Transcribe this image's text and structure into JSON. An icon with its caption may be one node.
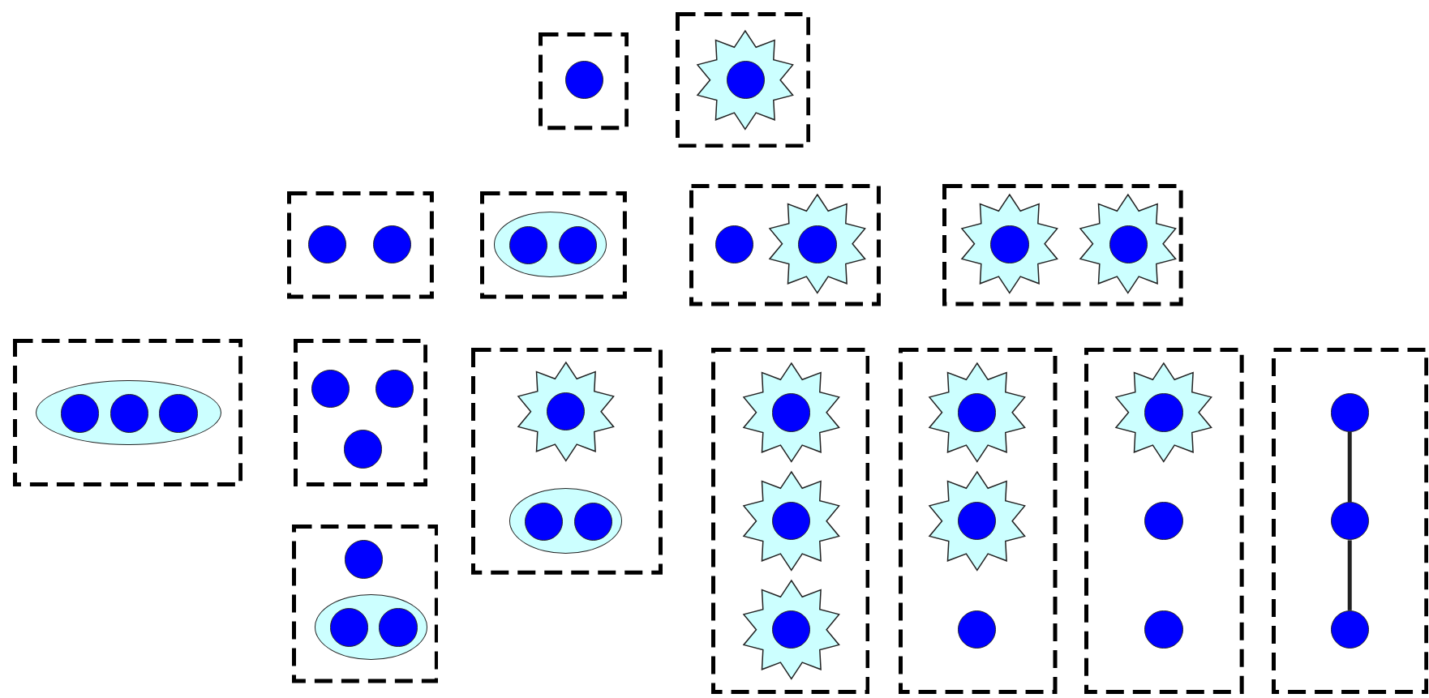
{
  "diagram": {
    "nodes": [
      {
        "text": [],
        "shape": "box"
      },
      {
        "text": [],
        "shape": "circle",
        "in": 0
      },
      {
        "text": [],
        "shape": "box"
      },
      {
        "text": [],
        "shape": "star",
        "in": 2
      },
      {
        "text": [],
        "shape": "circle",
        "in": 3
      },
      {
        "text": [],
        "shape": "box"
      },
      {
        "text": [],
        "shape": "circle",
        "in": 5
      },
      {
        "text": [],
        "shape": "circle",
        "in": 5
      },
      {
        "text": [],
        "shape": "box"
      },
      {
        "text": [],
        "shape": "ellipse",
        "in": 8
      },
      {
        "text": [],
        "shape": "circle",
        "in": 9
      },
      {
        "text": [],
        "shape": "circle",
        "in": 9
      },
      {
        "text": [],
        "shape": "box"
      },
      {
        "text": [],
        "shape": "circle",
        "in": 12
      },
      {
        "text": [],
        "shape": "star",
        "in": 12
      },
      {
        "text": [],
        "shape": "circle",
        "in": 14
      },
      {
        "text": [],
        "shape": "box"
      },
      {
        "text": [],
        "shape": "star",
        "in": 16
      },
      {
        "text": [],
        "shape": "circle",
        "in": 17
      },
      {
        "text": [],
        "shape": "star",
        "in": 16
      },
      {
        "text": [],
        "shape": "circle",
        "in": 19
      },
      {
        "text": [],
        "shape": "box"
      },
      {
        "text": [],
        "shape": "ellipse",
        "in": 21
      },
      {
        "text": [],
        "shape": "circle",
        "in": 22
      },
      {
        "text": [],
        "shape": "circle",
        "in": 22
      },
      {
        "text": [],
        "shape": "circle",
        "in": 22
      },
      {
        "text": [],
        "shape": "box"
      },
      {
        "text": [],
        "shape": "circle",
        "in": 26
      },
      {
        "text": [],
        "shape": "circle",
        "in": 26
      },
      {
        "text": [],
        "shape": "circle",
        "in": 26
      },
      {
        "text": [],
        "shape": "box"
      },
      {
        "text": [],
        "shape": "star",
        "in": 30
      },
      {
        "text": [],
        "shape": "circle",
        "in": 31
      },
      {
        "text": [],
        "shape": "ellipse",
        "in": 30
      },
      {
        "text": [],
        "shape": "circle",
        "in": 33
      },
      {
        "text": [],
        "shape": "circle",
        "in": 33
      },
      {
        "text": [],
        "shape": "box"
      },
      {
        "text": [],
        "shape": "star",
        "in": 36
      },
      {
        "text": [],
        "shape": "circle",
        "in": 37
      },
      {
        "text": [],
        "shape": "star",
        "in": 36
      },
      {
        "text": [],
        "shape": "circle",
        "in": 39
      },
      {
        "text": [],
        "shape": "star",
        "in": 36
      },
      {
        "text": [],
        "shape": "circle",
        "in": 41
      },
      {
        "text": [],
        "shape": "box"
      },
      {
        "text": [],
        "shape": "star",
        "in": 43
      },
      {
        "text": [],
        "shape": "circle",
        "in": 44
      },
      {
        "text": [],
        "shape": "star",
        "in": 43
      },
      {
        "text": [],
        "shape": "circle",
        "in": 46
      },
      {
        "text": [],
        "shape": "circle",
        "in": 43
      },
      {
        "text": [],
        "shape": "box"
      },
      {
        "text": [],
        "shape": "star",
        "in": 49
      },
      {
        "text": [],
        "shape": "circle",
        "in": 50
      },
      {
        "text": [],
        "shape": "circle",
        "in": 49
      },
      {
        "text": [],
        "shape": "circle",
        "in": 49
      },
      {
        "text": [],
        "shape": "box"
      },
      {
        "text": [],
        "shape": "circle",
        "in": 54
      },
      {
        "text": [],
        "shape": "circle",
        "in": 54
      },
      {
        "text": [],
        "shape": "circle",
        "in": 54
      },
      {
        "text": [],
        "shape": "box"
      },
      {
        "text": [],
        "shape": "circle",
        "in": 58
      },
      {
        "text": [],
        "shape": "ellipse",
        "in": 58
      },
      {
        "text": [],
        "shape": "circle",
        "in": 60
      },
      {
        "text": [],
        "shape": "circle",
        "in": 60
      }
    ],
    "edges": [
      {
        "from": 55,
        "to": 56,
        "arrow": "none"
      },
      {
        "from": 56,
        "to": 57,
        "arrow": "none"
      }
    ]
  }
}
